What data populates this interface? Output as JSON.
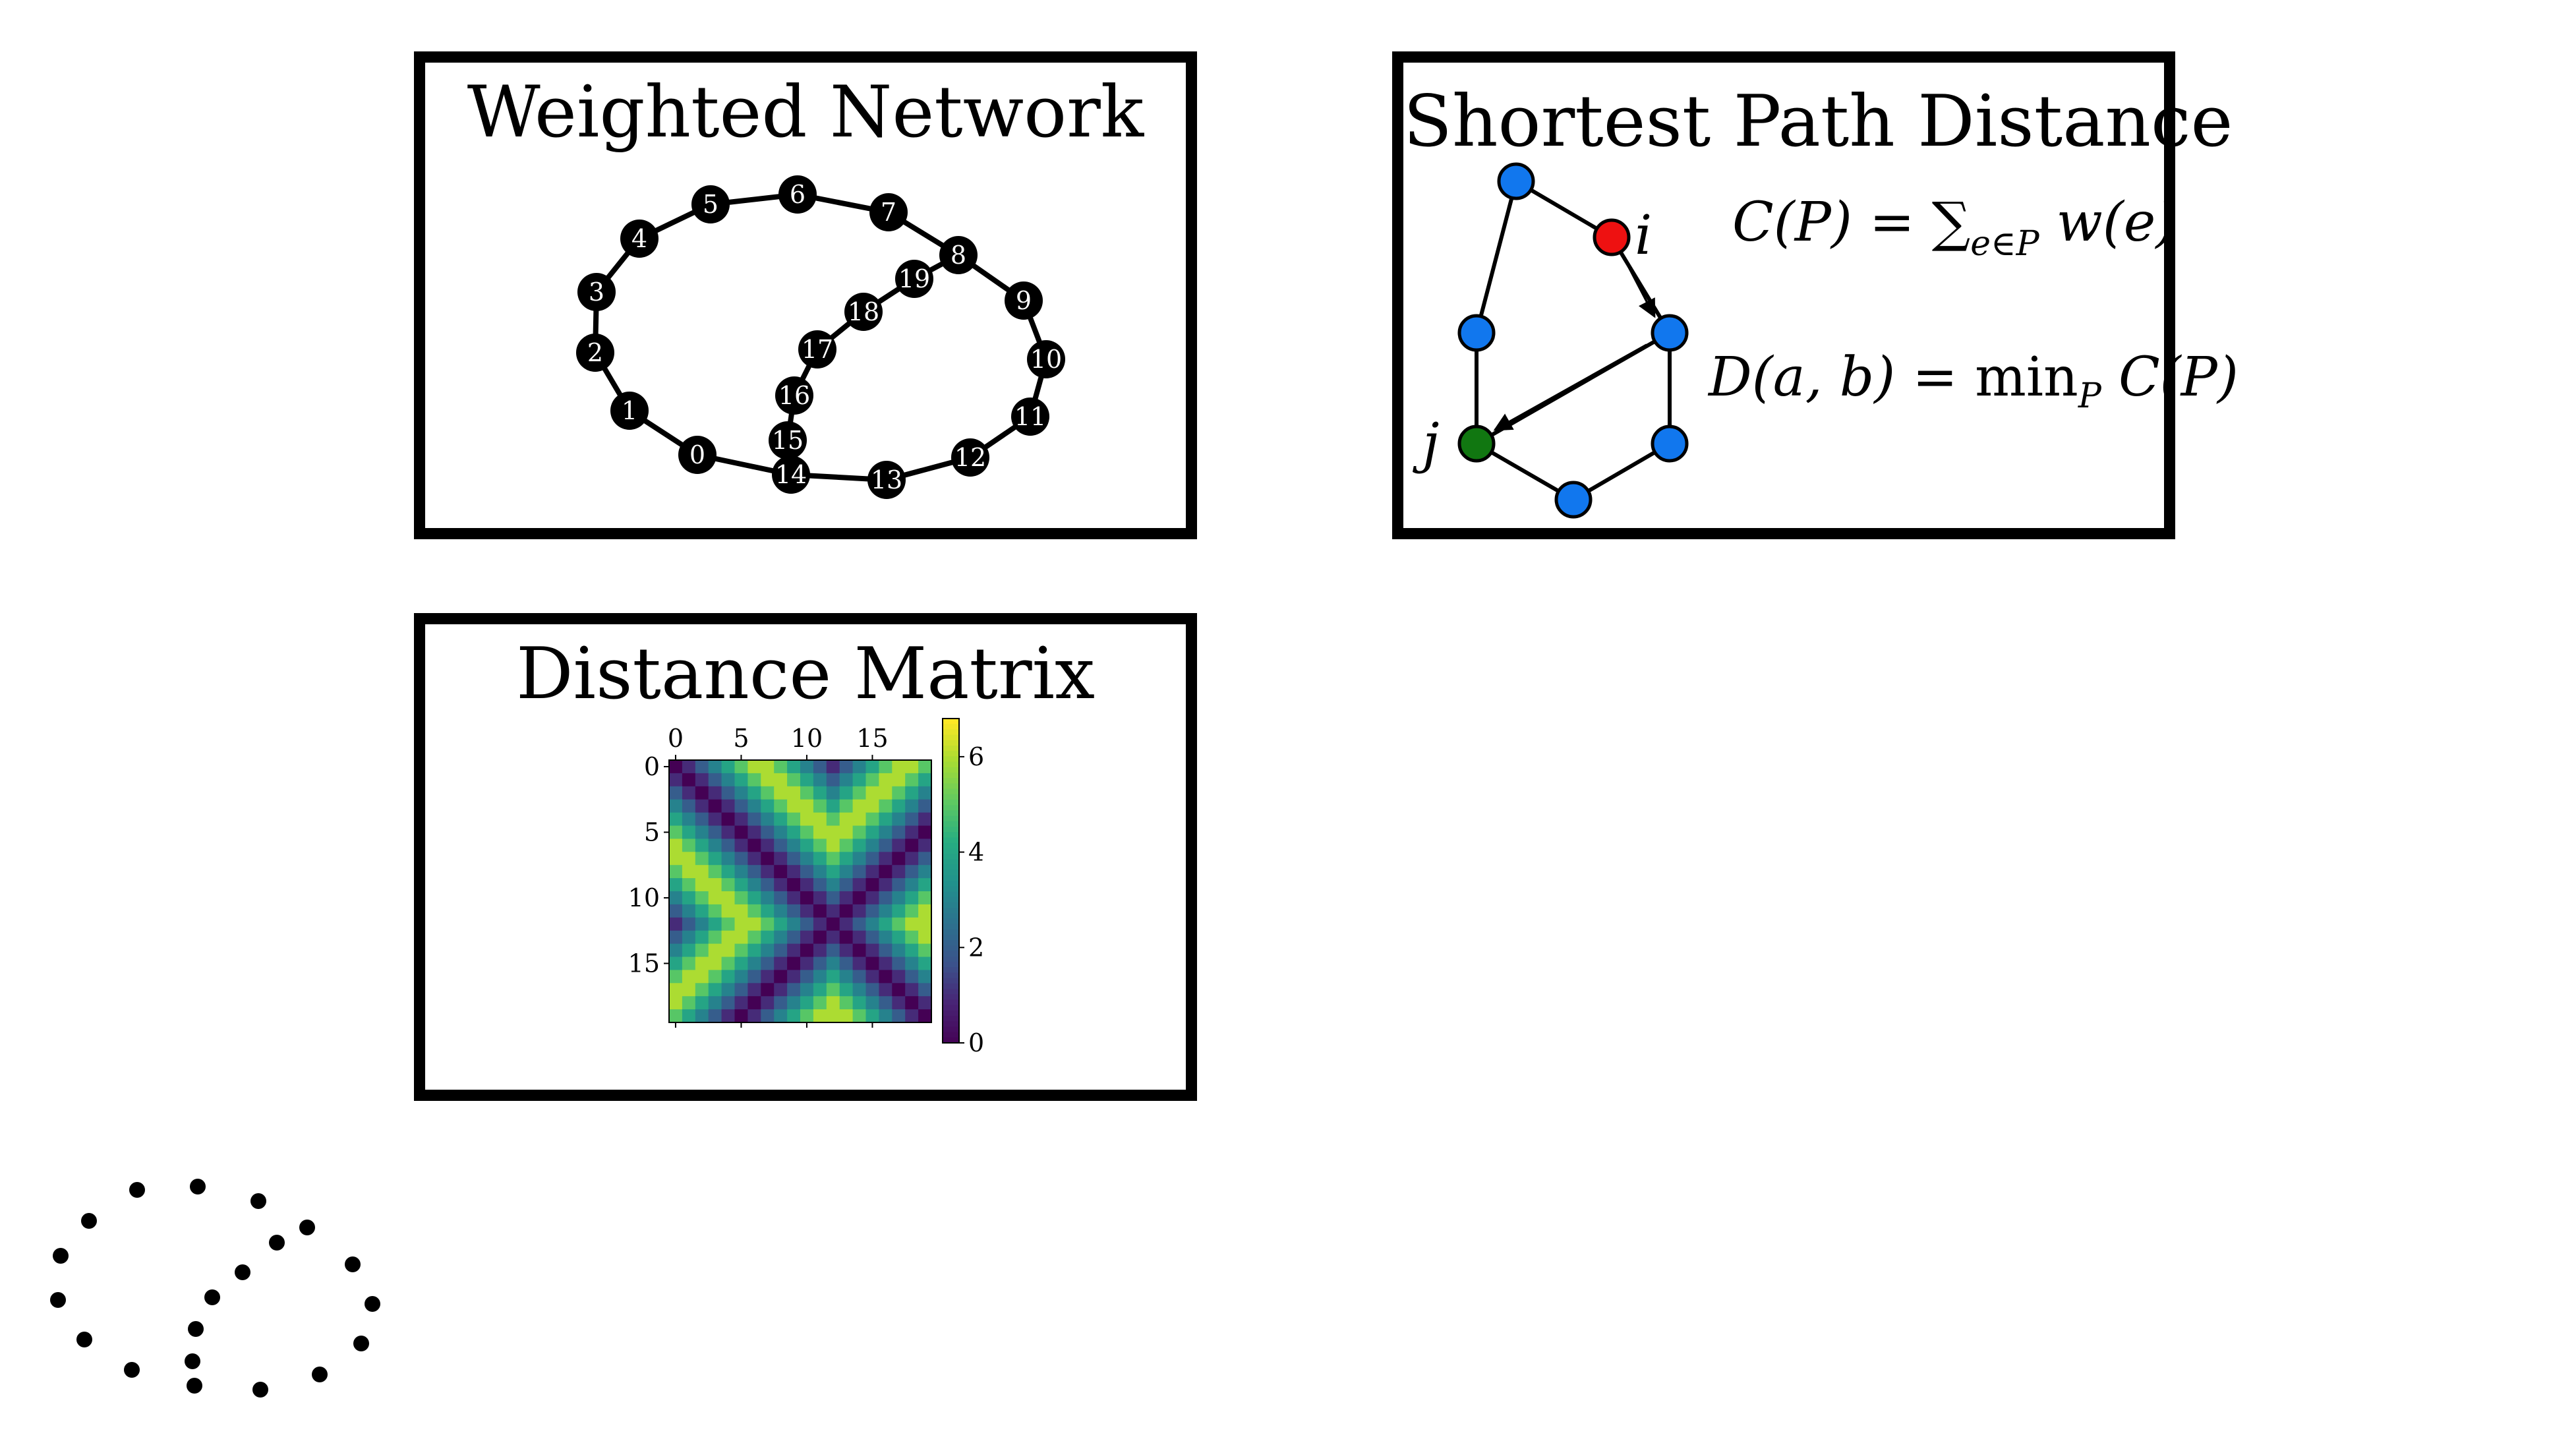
{
  "panels": {
    "weighted_network": {
      "title": "Weighted Network",
      "node_labels": [
        "0",
        "1",
        "2",
        "3",
        "4",
        "5",
        "6",
        "7",
        "8",
        "9",
        "10",
        "11",
        "12",
        "13",
        "14",
        "15",
        "16",
        "17",
        "18",
        "19"
      ]
    },
    "shortest_path": {
      "title": "Shortest Path Distance",
      "label_i": "i",
      "label_j": "j",
      "cost_formula": {
        "lhs": "C(P) = ",
        "sum": "∑",
        "sub": "e∈P",
        "rhs": " w(e)"
      },
      "distance_formula": {
        "lhs": "D(a, b) = ",
        "op": "min",
        "sub": "P",
        "rhs": " C(P)"
      },
      "colors": {
        "start": "#ee1111",
        "end": "#117711",
        "other": "#1177ee"
      }
    },
    "distance_matrix": {
      "title": "Distance Matrix"
    }
  },
  "chart_data": {
    "type": "heatmap",
    "title": "Distance Matrix",
    "size": 20,
    "x_ticks": [
      "0",
      "5",
      "10",
      "15"
    ],
    "y_ticks": [
      "0",
      "5",
      "10",
      "15"
    ],
    "colorbar_ticks": [
      "0",
      "2",
      "4",
      "6"
    ],
    "colorbar_range": [
      0,
      6.8
    ],
    "colormap": "viridis",
    "values": [
      [
        0,
        1,
        2,
        3,
        4,
        5,
        6,
        6,
        5,
        4,
        3,
        2,
        1,
        2,
        3,
        4,
        5,
        6,
        6,
        5
      ],
      [
        1,
        0,
        1,
        2,
        3,
        4,
        5,
        6,
        6,
        5,
        4,
        3,
        2,
        3,
        4,
        5,
        6,
        6,
        5,
        4
      ],
      [
        2,
        1,
        0,
        1,
        2,
        3,
        4,
        5,
        6,
        6,
        5,
        4,
        3,
        4,
        5,
        6,
        6,
        5,
        4,
        3
      ],
      [
        3,
        2,
        1,
        0,
        1,
        2,
        3,
        4,
        5,
        6,
        6,
        5,
        4,
        5,
        6,
        6,
        5,
        4,
        3,
        2
      ],
      [
        4,
        3,
        2,
        1,
        0,
        1,
        2,
        3,
        4,
        5,
        6,
        6,
        5,
        6,
        6,
        5,
        4,
        3,
        2,
        1
      ],
      [
        5,
        4,
        3,
        2,
        1,
        0,
        1,
        2,
        3,
        4,
        5,
        6,
        6,
        6,
        5,
        4,
        3,
        2,
        1,
        0
      ],
      [
        6,
        5,
        4,
        3,
        2,
        1,
        0,
        1,
        2,
        3,
        4,
        5,
        6,
        5,
        4,
        3,
        2,
        1,
        0,
        1
      ],
      [
        6,
        6,
        5,
        4,
        3,
        2,
        1,
        0,
        1,
        2,
        3,
        4,
        5,
        4,
        3,
        2,
        1,
        0,
        1,
        2
      ],
      [
        5,
        6,
        6,
        5,
        4,
        3,
        2,
        1,
        0,
        1,
        2,
        3,
        4,
        3,
        2,
        1,
        0,
        1,
        2,
        3
      ],
      [
        4,
        5,
        6,
        6,
        5,
        4,
        3,
        2,
        1,
        0,
        1,
        2,
        3,
        2,
        1,
        0,
        1,
        2,
        3,
        4
      ],
      [
        3,
        4,
        5,
        6,
        6,
        5,
        4,
        3,
        2,
        1,
        0,
        1,
        2,
        1,
        0,
        1,
        2,
        3,
        4,
        5
      ],
      [
        2,
        3,
        4,
        5,
        6,
        6,
        5,
        4,
        3,
        2,
        1,
        0,
        1,
        0,
        1,
        2,
        3,
        4,
        5,
        6
      ],
      [
        1,
        2,
        3,
        4,
        5,
        6,
        6,
        5,
        4,
        3,
        2,
        1,
        0,
        1,
        2,
        3,
        4,
        5,
        6,
        6
      ],
      [
        2,
        3,
        4,
        5,
        6,
        6,
        5,
        4,
        3,
        2,
        1,
        0,
        1,
        0,
        1,
        2,
        3,
        4,
        5,
        6
      ],
      [
        3,
        4,
        5,
        6,
        6,
        5,
        4,
        3,
        2,
        1,
        0,
        1,
        2,
        1,
        0,
        1,
        2,
        3,
        4,
        5
      ],
      [
        4,
        5,
        6,
        6,
        5,
        4,
        3,
        2,
        1,
        0,
        1,
        2,
        3,
        2,
        1,
        0,
        1,
        2,
        3,
        4
      ],
      [
        5,
        6,
        6,
        5,
        4,
        3,
        2,
        1,
        0,
        1,
        2,
        3,
        4,
        3,
        2,
        1,
        0,
        1,
        2,
        3
      ],
      [
        6,
        6,
        5,
        4,
        3,
        2,
        1,
        0,
        1,
        2,
        3,
        4,
        5,
        4,
        3,
        2,
        1,
        0,
        1,
        2
      ],
      [
        6,
        5,
        4,
        3,
        2,
        1,
        0,
        1,
        2,
        3,
        4,
        5,
        6,
        5,
        4,
        3,
        2,
        1,
        0,
        1
      ],
      [
        5,
        4,
        3,
        2,
        1,
        0,
        1,
        2,
        3,
        4,
        5,
        6,
        6,
        6,
        5,
        4,
        3,
        2,
        1,
        0
      ]
    ]
  }
}
